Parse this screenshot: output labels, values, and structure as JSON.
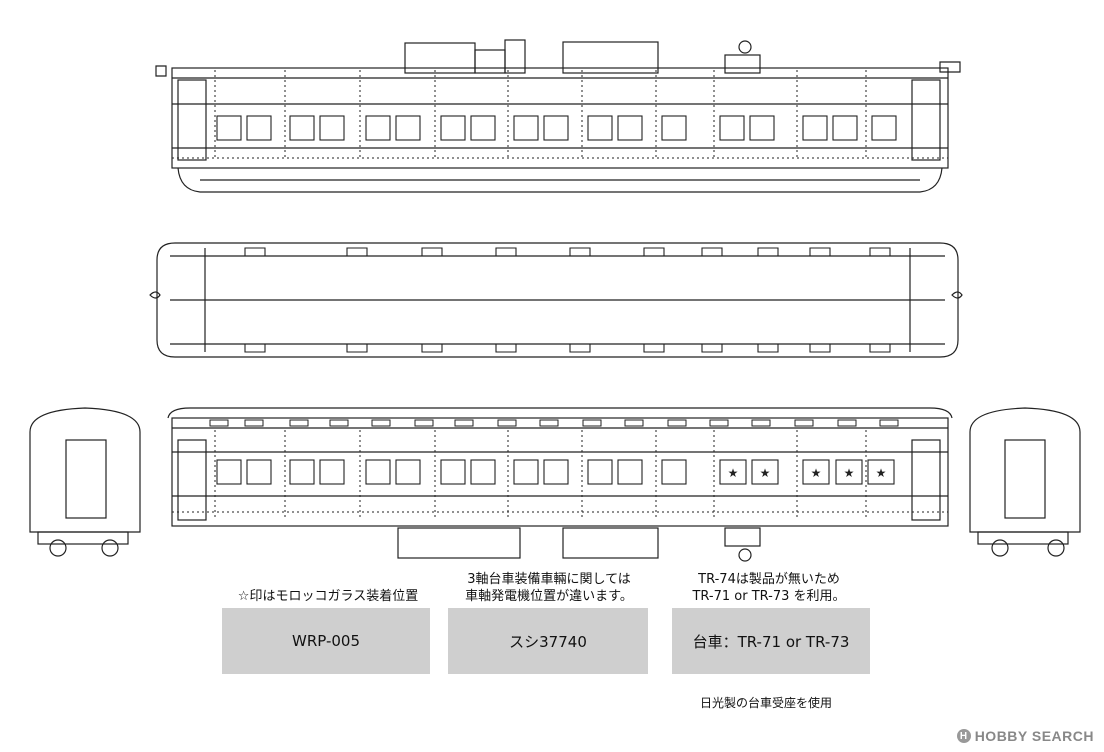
{
  "notes": {
    "star_note": "☆印はモロッコガラス装着位置",
    "axle_note_line1": "3軸台車装備車輛に関しては",
    "axle_note_line2": "車軸発電機位置が違います。",
    "truck_note_line1": "TR-74は製品が無いため",
    "truck_note_line2": "TR-71 or TR-73 を利用。"
  },
  "panels": {
    "product_code": "WRP-005",
    "car_name": "スシ37740",
    "truck": "台車：TR-71 or TR-73"
  },
  "footnote": "日光製の台車受座を使用",
  "watermark": "HOBBY SEARCH",
  "colors": {
    "line": "#222222",
    "panel": "#cfcfcf"
  }
}
